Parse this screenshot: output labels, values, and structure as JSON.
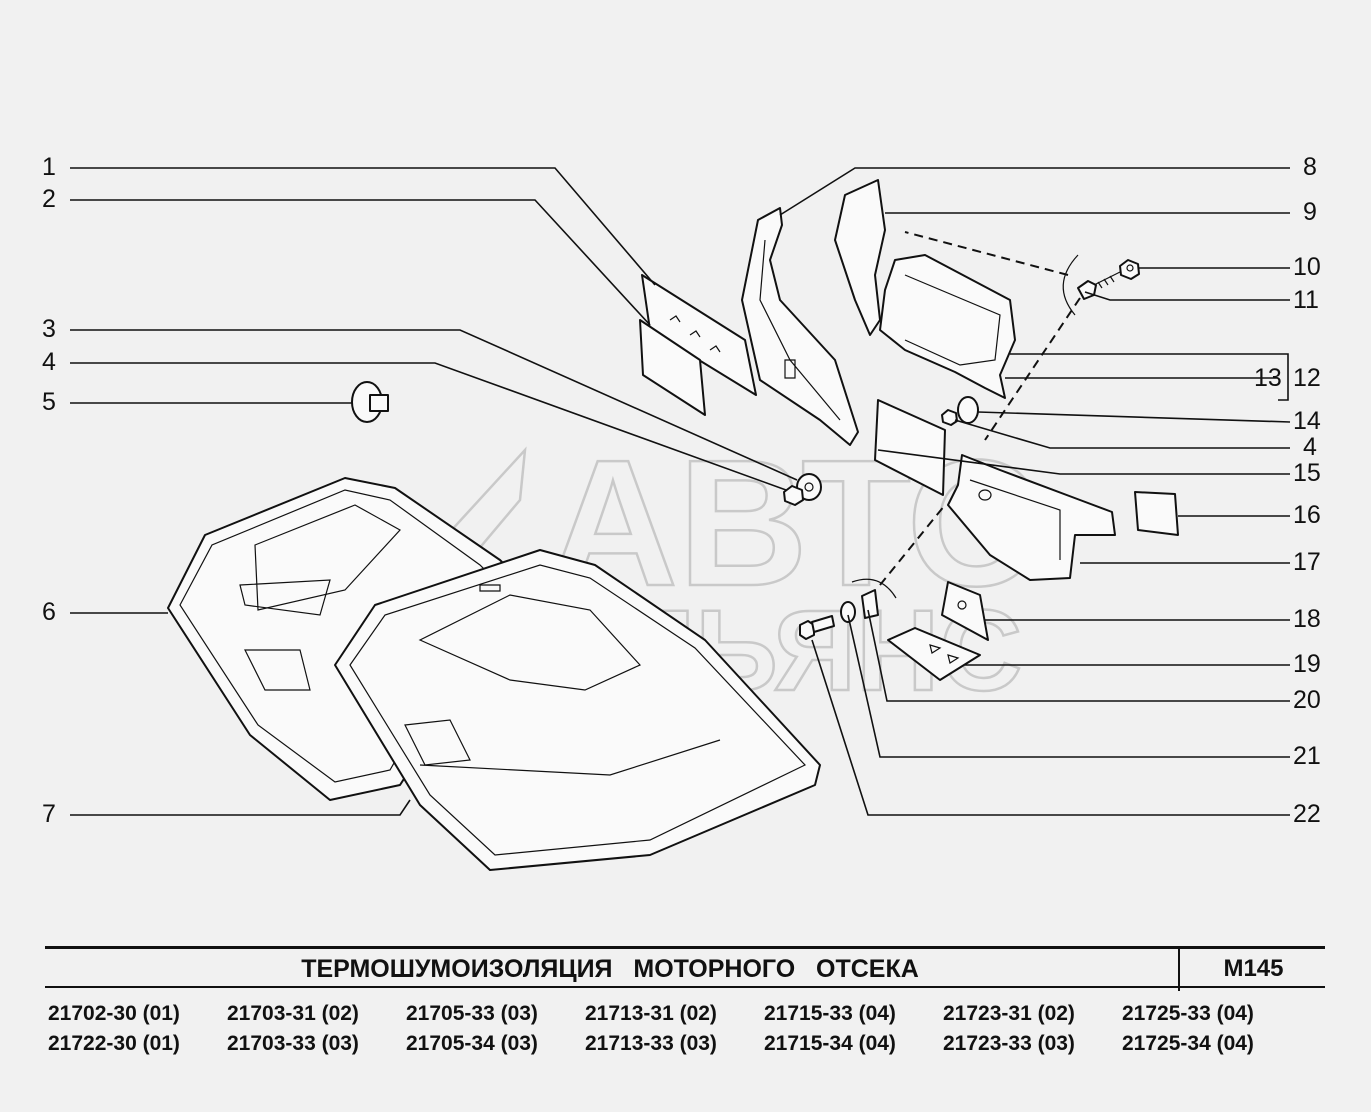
{
  "callouts": [
    {
      "n": "1"
    },
    {
      "n": "2"
    },
    {
      "n": "3"
    },
    {
      "n": "4"
    },
    {
      "n": "5"
    },
    {
      "n": "6"
    },
    {
      "n": "7"
    },
    {
      "n": "8"
    },
    {
      "n": "9"
    },
    {
      "n": "10"
    },
    {
      "n": "11"
    },
    {
      "n": "12"
    },
    {
      "n": "13"
    },
    {
      "n": "14"
    },
    {
      "n": "4"
    },
    {
      "n": "15"
    },
    {
      "n": "16"
    },
    {
      "n": "17"
    },
    {
      "n": "18"
    },
    {
      "n": "19"
    },
    {
      "n": "20"
    },
    {
      "n": "21"
    },
    {
      "n": "22"
    }
  ],
  "watermark": {
    "line1": "АВТО",
    "line2": "АЛЬЯНС"
  },
  "title_block": {
    "title": "ТЕРМОШУМОИЗОЛЯЦИЯ   МОТОРНОГО   ОТСЕКА",
    "doc_code": "М145"
  },
  "models": [
    [
      "21702-30 (01)",
      "21703-31 (02)",
      "21705-33 (03)",
      "21713-31 (02)",
      "21715-33 (04)",
      "21723-31 (02)",
      "21725-33 (04)"
    ],
    [
      "21722-30 (01)",
      "21703-33 (03)",
      "21705-34 (03)",
      "21713-33 (03)",
      "21715-34 (04)",
      "21723-33 (03)",
      "21725-34 (04)"
    ]
  ]
}
